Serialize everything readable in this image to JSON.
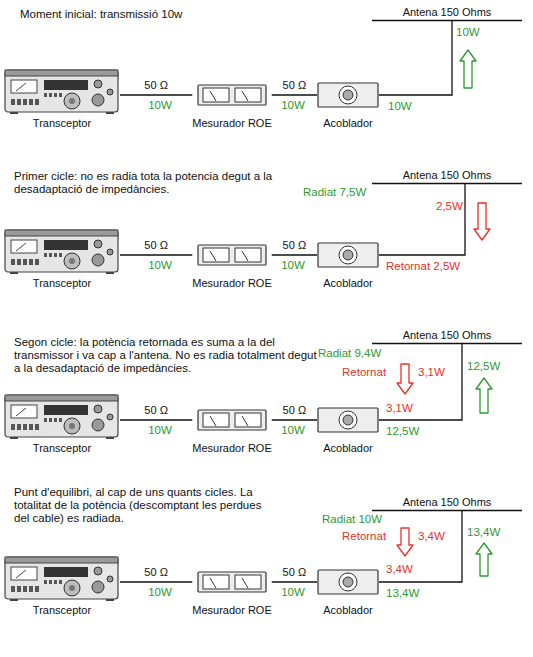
{
  "diagram": {
    "nodes": [
      {
        "text": [
          "Transceptor"
        ]
      },
      {
        "text": [
          "Mesurador ROE"
        ]
      },
      {
        "text": [
          "Acoblador"
        ]
      },
      {
        "text": [
          "Antena 150 Ohms"
        ]
      },
      {
        "text": [
          "Transceptor"
        ]
      },
      {
        "text": [
          "Mesurador ROE"
        ]
      },
      {
        "text": [
          "Acoblador"
        ]
      },
      {
        "text": [
          "Antena 150 Ohms"
        ]
      },
      {
        "text": [
          "Transceptor"
        ]
      },
      {
        "text": [
          "Mesurador ROE"
        ]
      },
      {
        "text": [
          "Acoblador"
        ]
      },
      {
        "text": [
          "Antena 150 Ohms"
        ]
      },
      {
        "text": [
          "Transceptor"
        ]
      },
      {
        "text": [
          "Mesurador ROE"
        ]
      },
      {
        "text": [
          "Acoblador"
        ]
      },
      {
        "text": [
          "Antena 150 Ohms"
        ]
      }
    ],
    "edges": [
      {
        "from": 0,
        "to": 1,
        "arrow": "none",
        "label": "50 Ω"
      },
      {
        "from": 1,
        "to": 2,
        "arrow": "none",
        "label": "50 Ω"
      },
      {
        "from": 2,
        "to": 3,
        "arrow": "none"
      },
      {
        "from": 4,
        "to": 5,
        "arrow": "none",
        "label": "50 Ω"
      },
      {
        "from": 5,
        "to": 6,
        "arrow": "none",
        "label": "50 Ω"
      },
      {
        "from": 6,
        "to": 7,
        "arrow": "none"
      },
      {
        "from": 8,
        "to": 9,
        "arrow": "none",
        "label": "50 Ω"
      },
      {
        "from": 9,
        "to": 10,
        "arrow": "none",
        "label": "50 Ω"
      },
      {
        "from": 10,
        "to": 11,
        "arrow": "none"
      },
      {
        "from": 12,
        "to": 13,
        "arrow": "none",
        "label": "50 Ω"
      },
      {
        "from": 13,
        "to": 14,
        "arrow": "none",
        "label": "50 Ω"
      },
      {
        "from": 14,
        "to": 15,
        "arrow": "none"
      }
    ],
    "labels": [
      "Moment inicial: transmissió 10w",
      "10W",
      "10W",
      "10W",
      "10W",
      "Primer cicle: no es radia tota la potencia degut a la desadaptació de impedàncies.",
      "10W",
      "10W",
      "Radiat 7,5W",
      "2,5W",
      "Retornat 2,5W",
      "Segon cicle: la potència retornada es suma a la del transmissor i va cap a l'antena. No es radia totalment degut a la desadaptació de impedàncies.",
      "10W",
      "10W",
      "Radiat 9,4W",
      "Retornat",
      "3,1W",
      "12,5W",
      "3,1W",
      "12,5W",
      "Punt d'equilibri, al cap de uns quants cicles. La totalitat de la potència (descomptant les perdues del cable) es radiada.",
      "10W",
      "10W",
      "Radiat 10W",
      "Retornat",
      "3,4W",
      "13,4W",
      "3,4W",
      "13,4W"
    ]
  }
}
